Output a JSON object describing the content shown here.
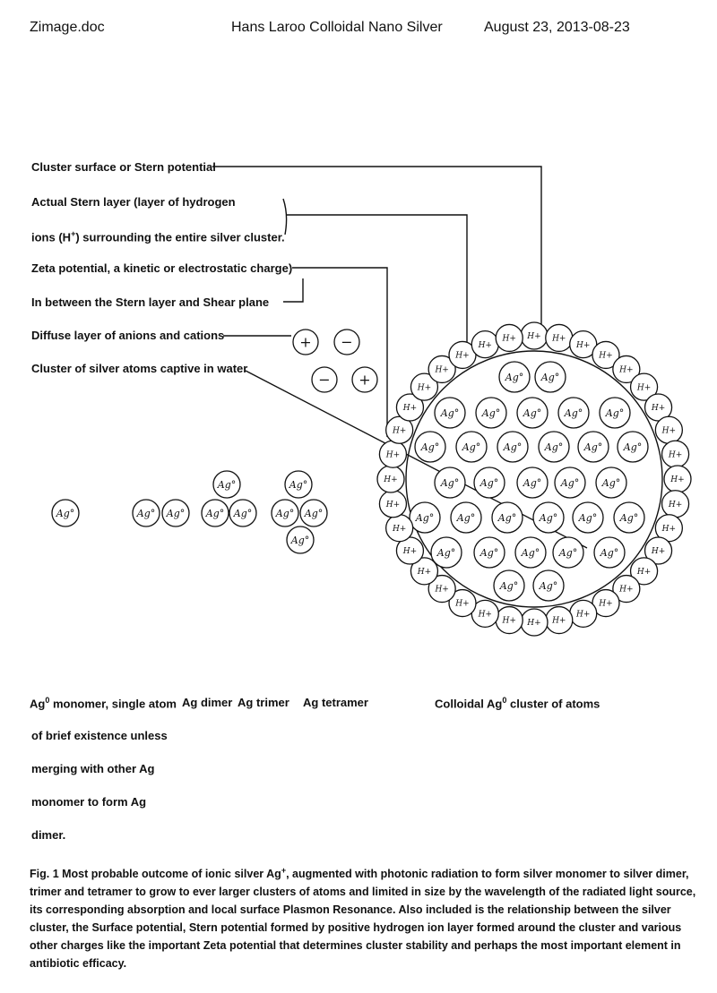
{
  "header": {
    "filename": "Zimage.doc",
    "author_title": "Hans Laroo   Colloidal Nano Silver",
    "date": "August 23, 2013-08-23"
  },
  "labels": {
    "stern_potential": "Cluster surface or Stern potential",
    "stern_layer_1": "Actual Stern layer (layer of hydrogen",
    "stern_layer_2_pre": "ions (H",
    "stern_layer_2_sup": "+",
    "stern_layer_2_post": ") surrounding the entire silver cluster.",
    "zeta": "Zeta potential, a kinetic or electrostatic charge)",
    "between": "In between the Stern layer and Shear plane",
    "diffuse": "Diffuse layer of anions and cations",
    "captive": "Cluster of silver atoms captive in water"
  },
  "diagram": {
    "atom_label": "Ag°",
    "hydrogen_label": "H+",
    "anion_symbol": "−",
    "cation_symbol": "+"
  },
  "captions": {
    "monomer_pre": "Ag",
    "monomer_sup": "0",
    "monomer_post": " monomer, single atom",
    "dimer": "Ag dimer",
    "trimer": "Ag trimer",
    "tetramer": "Ag tetramer",
    "cluster_pre": "Colloidal Ag",
    "cluster_sup": "0",
    "cluster_post": " cluster of atoms",
    "note_1": "of brief existence unless",
    "note_2": "merging  with other Ag",
    "note_3": " monomer to form Ag",
    "note_4": "dimer."
  },
  "figure_caption": {
    "pre": "Fig. 1 Most probable outcome of ionic silver Ag",
    "sup": "+",
    "post": ", augmented with photonic radiation to form silver monomer to silver dimer, trimer and tetramer to grow to ever larger clusters of atoms and limited in size by the wavelength of the radiated light source,  its corresponding absorption and local surface Plasmon Resonance. Also included is the relationship between the silver cluster, the Surface potential, Stern potential formed by positive hydrogen ion layer formed around the cluster and various other charges like the important Zeta potential that determines cluster stability and perhaps the most important element in antibiotic efficacy."
  },
  "colors": {
    "ink": "#111111",
    "paper": "#ffffff"
  }
}
